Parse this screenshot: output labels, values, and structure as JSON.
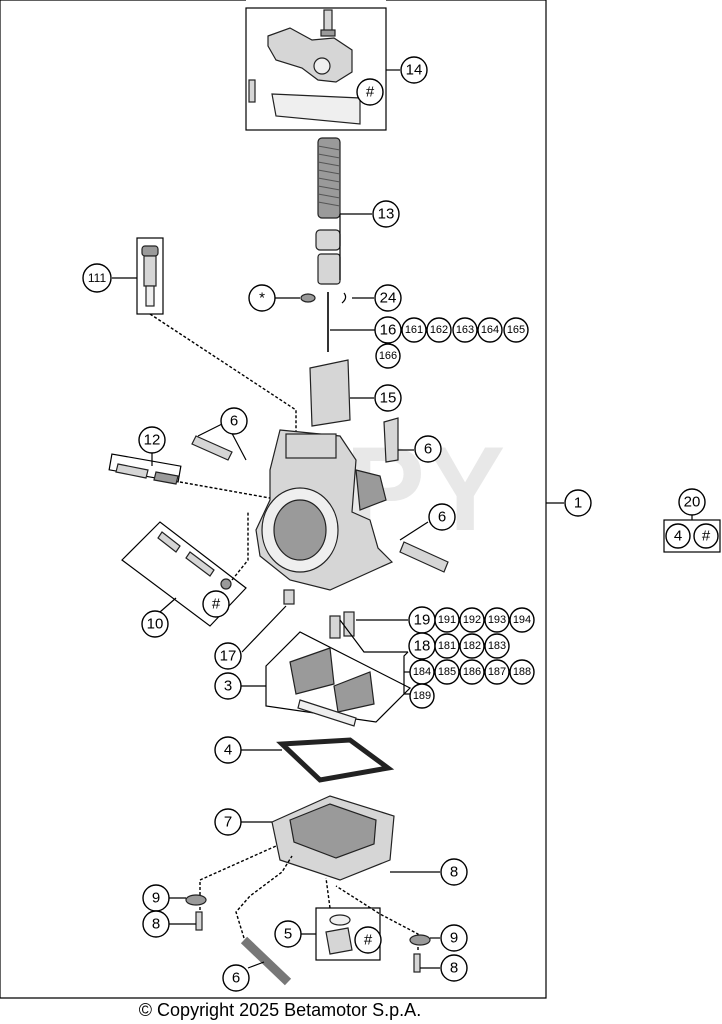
{
  "callouts": {
    "c1": "1",
    "c3": "3",
    "c4": "4",
    "c5": "5",
    "c6": "6",
    "c7": "7",
    "c8": "8",
    "c9": "9",
    "c10": "10",
    "c12": "12",
    "c13": "13",
    "c14": "14",
    "c15": "15",
    "c16": "16",
    "c17": "17",
    "c18": "18",
    "c19": "19",
    "c20": "20",
    "c24": "24",
    "c111": "111",
    "hash": "#",
    "star": "*"
  },
  "variants_16": [
    "161",
    "162",
    "163",
    "164",
    "165",
    "166"
  ],
  "variants_18": [
    "181",
    "182",
    "183",
    "184",
    "185",
    "186",
    "187",
    "188",
    "189"
  ],
  "variants_19": [
    "191",
    "192",
    "193",
    "194"
  ],
  "copyright": "© Copyright 2025 Betamotor S.p.A."
}
